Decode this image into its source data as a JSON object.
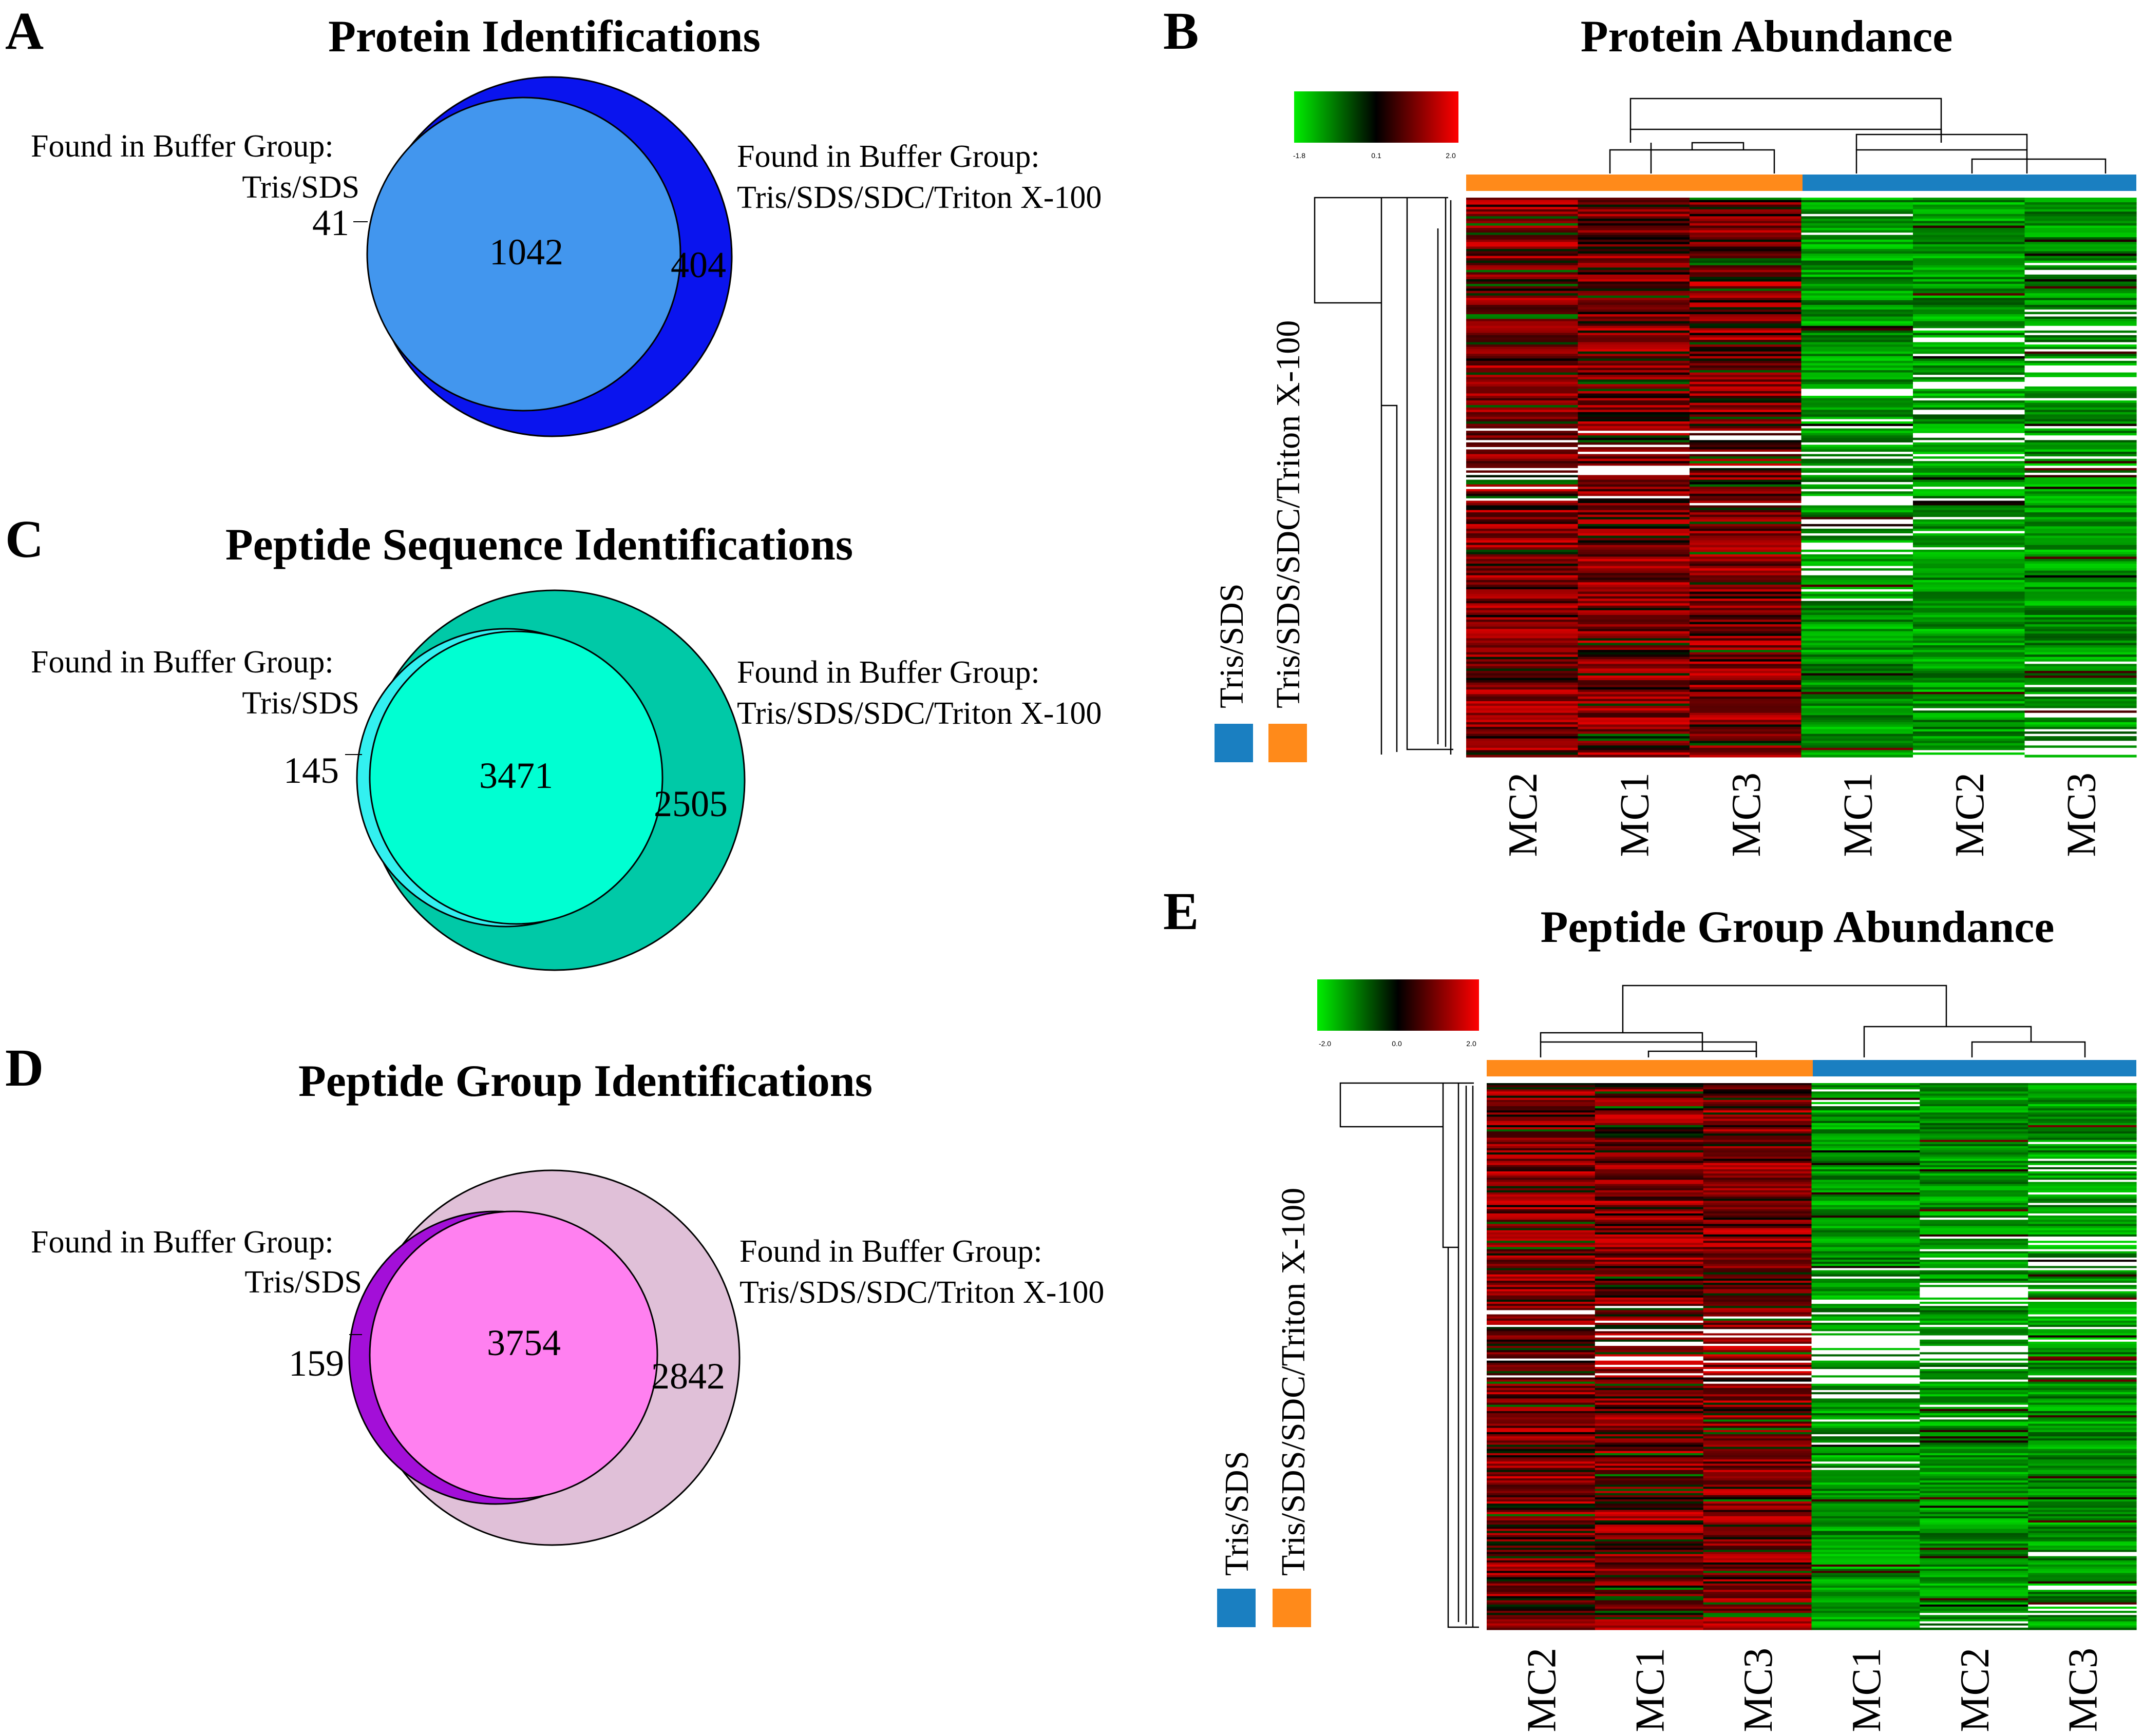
{
  "panels": {
    "A": {
      "letter": "A",
      "title": "Protein Identifications",
      "left_label": [
        "Found in Buffer Group:",
        "Tris/SDS"
      ],
      "right_label": [
        "Found in Buffer Group:",
        "Tris/SDS/SDC/Triton X-100"
      ],
      "only_left": "41",
      "overlap": "1042",
      "only_right": "404",
      "colors": {
        "left_only": "#1a1ad6",
        "right_circle": "#0a14ee",
        "overlap": "#4296ee"
      }
    },
    "C": {
      "letter": "C",
      "title": "Peptide Sequence Identifications",
      "left_label": [
        "Found in Buffer Group:",
        "Tris/SDS"
      ],
      "right_label": [
        "Found in Buffer Group:",
        "Tris/SDS/SDC/Triton X-100"
      ],
      "only_left": "145",
      "overlap": "3471",
      "only_right": "2505",
      "colors": {
        "left_only": "#33f0f0",
        "right_circle": "#00c9a7",
        "overlap": "#00ffd2"
      }
    },
    "D": {
      "letter": "D",
      "title": "Peptide Group Identifications",
      "left_label": [
        "Found in Buffer Group:",
        "Tris/SDS"
      ],
      "right_label": [
        "Found in Buffer Group:",
        "Tris/SDS/SDC/Triton X-100"
      ],
      "only_left": "159",
      "overlap": "3754",
      "only_right": "2842",
      "colors": {
        "left_only": "#a30fd8",
        "right_circle": "#e0c0d8",
        "overlap": "#ff80f0"
      }
    },
    "B": {
      "letter": "B",
      "title": "Protein Abundance",
      "scale_ticks": [
        "-1.8",
        "0.1",
        "2.0"
      ],
      "columns": [
        "MC2",
        "MC1",
        "MC3",
        "MC1",
        "MC2",
        "MC3"
      ],
      "legend": [
        "Tris/SDS",
        "Tris/SDS/SDC/Triton X-100"
      ]
    },
    "E": {
      "letter": "E",
      "title": "Peptide Group Abundance",
      "scale_ticks": [
        "-2.0",
        "0.0",
        "2.0"
      ],
      "columns": [
        "MC2",
        "MC1",
        "MC3",
        "MC1",
        "MC2",
        "MC3"
      ],
      "legend": [
        "Tris/SDS",
        "Tris/SDS/SDC/Triton X-100"
      ]
    }
  },
  "group_colors": {
    "tris_sds": "#1a7fc1",
    "tris_sds_sdc_triton": "#ff8a1a"
  },
  "heatmap_colors": {
    "low": "#00ee00",
    "mid": "#000000",
    "high": "#ff0000",
    "missing": "#ffffff"
  }
}
